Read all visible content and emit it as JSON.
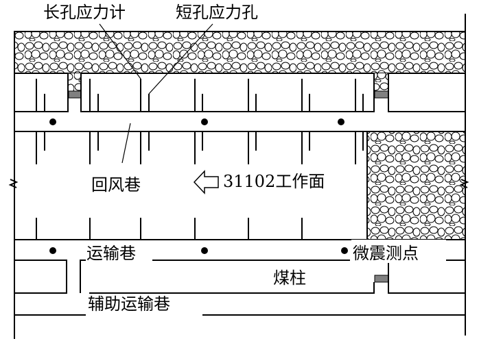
{
  "labels": {
    "long_hole_gauge": "长孔应力计",
    "short_hole_gauge": "短孔应力孔",
    "return_airway": "回风巷",
    "working_face": "31102工作面",
    "transport_roadway": "运输巷",
    "microseismic_point": "微震测点",
    "coal_pillar": "煤柱",
    "aux_transport_roadway": "辅助运输巷"
  },
  "colors": {
    "line": "#000000",
    "seal": "#808080"
  }
}
